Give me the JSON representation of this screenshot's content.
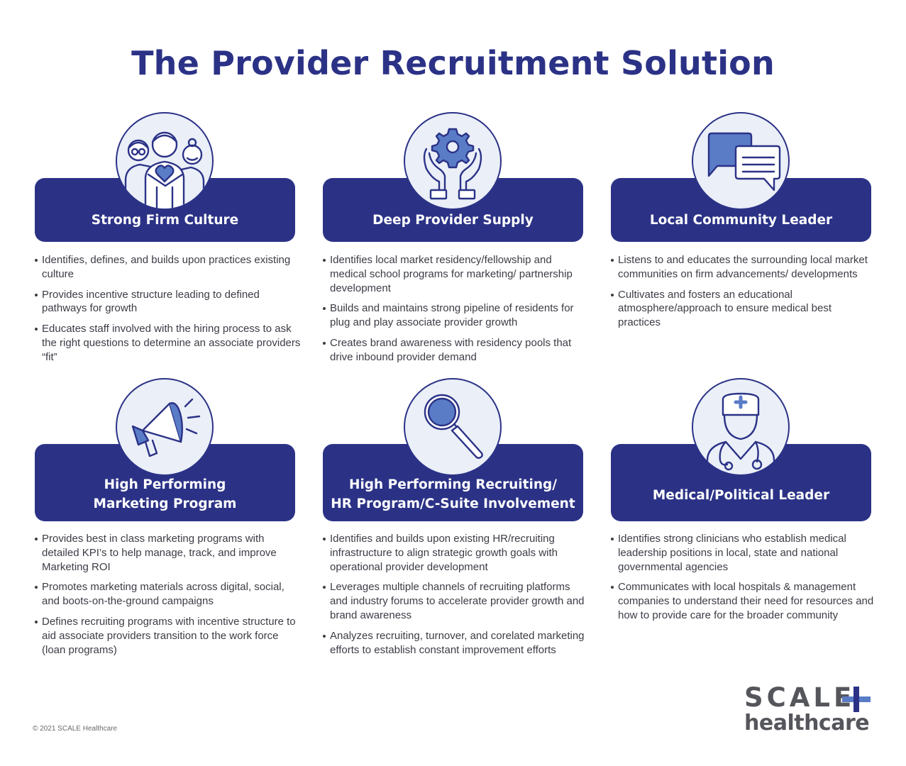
{
  "title": "The Provider Recruitment Solution",
  "cards": [
    {
      "heading": "Strong Firm Culture",
      "icon": "team-heart-icon",
      "bullets": [
        "Identifies, defines, and builds upon practices existing culture",
        "Provides incentive structure leading to defined pathways for growth",
        "Educates staff involved with the hiring process to ask the right questions to determine an associate providers “fit”"
      ]
    },
    {
      "heading": "Deep Provider Supply",
      "icon": "hands-gear-icon",
      "bullets": [
        "Identifies local market residency/fellowship and medical school programs for marketing/ partnership development",
        "Builds and maintains strong pipeline of residents for plug and play associate provider growth",
        "Creates brand awareness with residency pools that drive inbound provider demand"
      ]
    },
    {
      "heading": "Local Community Leader",
      "icon": "chat-bubbles-icon",
      "bullets": [
        "Listens to and educates the surrounding local market communities on firm advancements/ developments",
        "Cultivates and fosters an educational atmosphere/approach to ensure medical best practices"
      ]
    },
    {
      "heading_line1": "High Performing",
      "heading_line2": "Marketing Program",
      "icon": "megaphone-icon",
      "bullets": [
        "Provides best in class marketing programs with detailed KPI’s to help manage, track, and improve Marketing ROI",
        "Promotes marketing materials across digital, social, and boots-on-the-ground campaigns",
        "Defines recruiting programs with incentive structure to aid associate providers transition to the work force (loan programs)"
      ]
    },
    {
      "heading_line1": "High Performing Recruiting/",
      "heading_line2": "HR Program/C-Suite Involvement",
      "icon": "magnifying-glass-icon",
      "bullets": [
        "Identifies and builds upon existing HR/recruiting infrastructure to align strategic growth goals with operational provider development",
        "Leverages multiple channels of recruiting platforms and industry forums to accelerate provider growth and brand awareness",
        "Analyzes recruiting, turnover, and corelated marketing efforts to establish constant improvement efforts"
      ]
    },
    {
      "heading": "Medical/Political Leader",
      "icon": "doctor-icon",
      "bullets": [
        "Identifies strong clinicians who establish medical leadership positions in local, state and national governmental agencies",
        "Communicates with local hospitals & management companies to understand their need for resources and how to provide care for the broader community"
      ]
    }
  ],
  "copyright": "© 2021 SCALE Healthcare",
  "logo": {
    "line1": "SCALE",
    "line2": "healthcare"
  },
  "colors": {
    "navy": "#2b3286",
    "circle_fill": "#eaeff8",
    "accent_blue": "#5a7cc7",
    "text": "#3c3c46"
  }
}
